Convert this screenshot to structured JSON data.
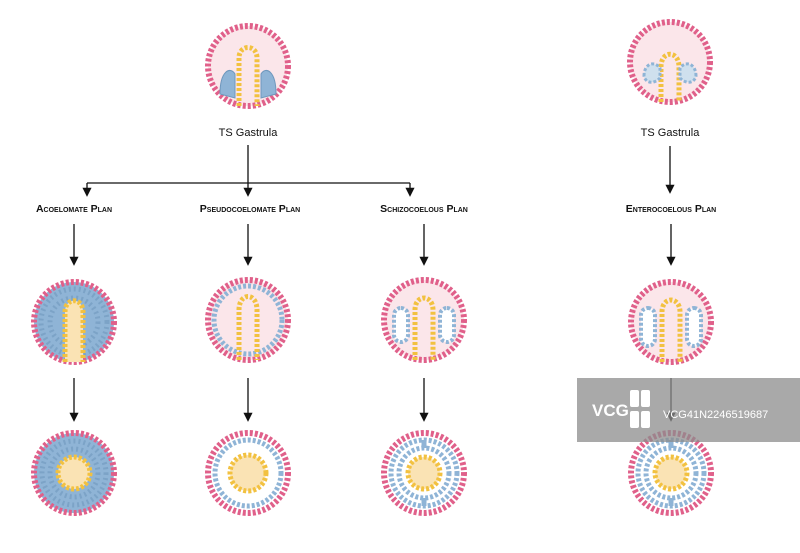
{
  "labels": {
    "gastrula_left": "TS Gastrula",
    "gastrula_right": "TS Gastrula"
  },
  "plans": [
    {
      "id": "acoelomate",
      "label": "Acoelomate Plan"
    },
    {
      "id": "pseudocoelomate",
      "label": "Pseudocoelomate Plan"
    },
    {
      "id": "schizocoelous",
      "label": "Schizocoelous Plan"
    },
    {
      "id": "enterocoelous",
      "label": "Enterocoelous Plan"
    }
  ],
  "watermark": {
    "brand": "VCG",
    "code": "VCG41N2246519687"
  },
  "colors": {
    "ectoderm": "#e0608a",
    "mesoderm": "#8fb4d6",
    "endoderm": "#f2c140",
    "cavity": "#fbe6ea",
    "gut_fill": "#fae3b4",
    "arrow": "#111111",
    "watermark_bg": "#8c8c8c"
  }
}
